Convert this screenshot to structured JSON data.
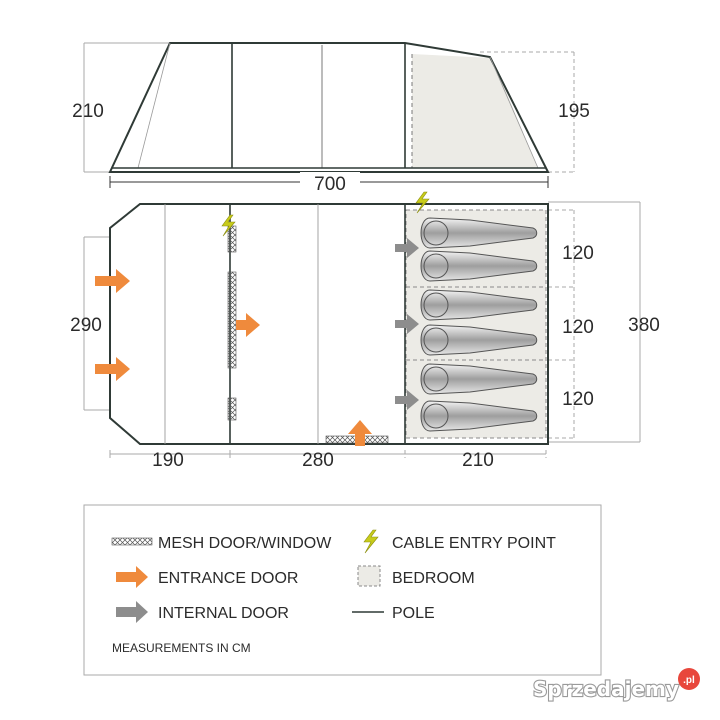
{
  "dimensions": {
    "side_height_left": "210",
    "side_height_right": "195",
    "total_length": "700",
    "width_left": "290",
    "width_total": "380",
    "bedroom_depth_1": "120",
    "bedroom_depth_2": "120",
    "bedroom_depth_3": "120",
    "section_1": "190",
    "section_2": "280",
    "section_3": "210"
  },
  "legend": {
    "mesh": "MESH DOOR/WINDOW",
    "cable": "CABLE ENTRY POINT",
    "entrance": "ENTRANCE DOOR",
    "bedroom": "BEDROOM",
    "internal": "INTERNAL DOOR",
    "pole": "POLE",
    "note": "MEASUREMENTS IN CM"
  },
  "watermark": {
    "text": "Sprzedajemy",
    "badge": ".pl"
  },
  "colors": {
    "outline": "#2f3a36",
    "bedroom_fill": "#ecebe6",
    "entrance_arrow": "#ef8a3c",
    "internal_arrow": "#8d8d8d",
    "cable": "#c8cc1a",
    "watermark_badge": "#e8473c"
  }
}
